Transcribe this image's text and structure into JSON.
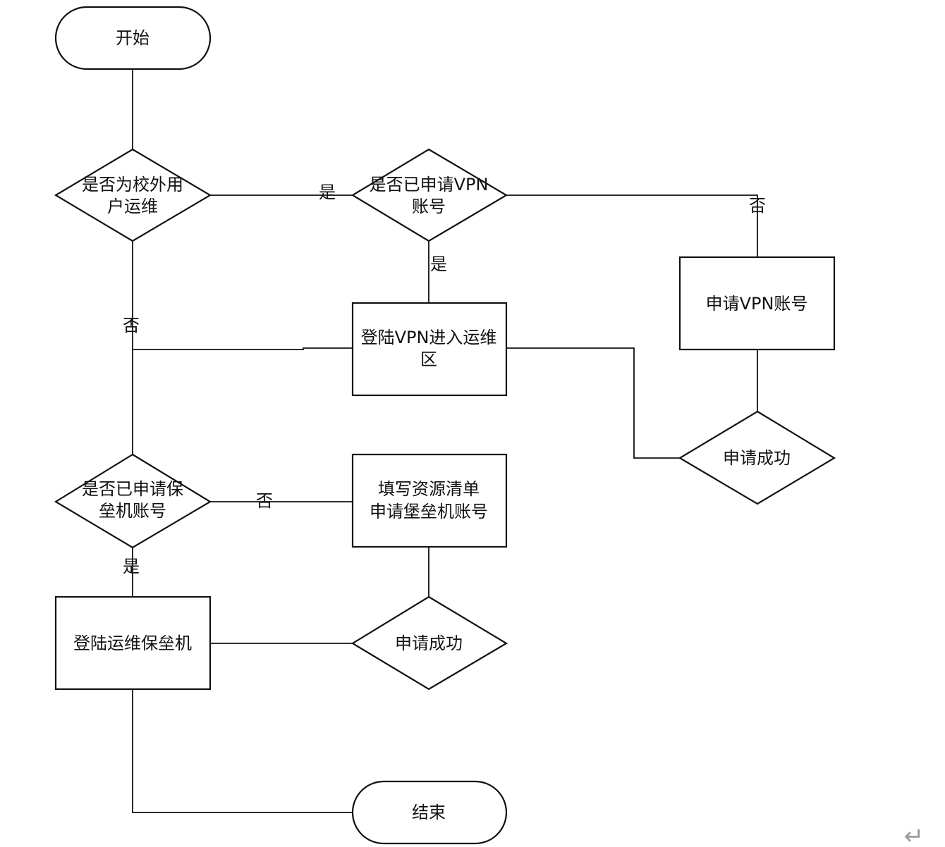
{
  "nodes": {
    "start": "开始",
    "is_external_ops": [
      "是否为校外用",
      "户运维"
    ],
    "has_vpn": [
      "是否已申请VPN",
      "账号"
    ],
    "apply_vpn": "申请VPN账号",
    "login_vpn": [
      "登陆VPN进入运维",
      "区"
    ],
    "vpn_success": "申请成功",
    "has_bastion": [
      "是否已申请保",
      "垒机账号"
    ],
    "fill_resources": [
      "填写资源清单",
      "申请堡垒机账号"
    ],
    "bastion_success": "申请成功",
    "login_bastion": "登陆运维保垒机",
    "end": "结束"
  },
  "edge_labels": {
    "external_yes": "是",
    "external_no": "否",
    "vpn_yes": "是",
    "vpn_no": "否",
    "bastion_yes": "是",
    "bastion_no": "否"
  },
  "decoration": {
    "return_mark": "↵"
  }
}
